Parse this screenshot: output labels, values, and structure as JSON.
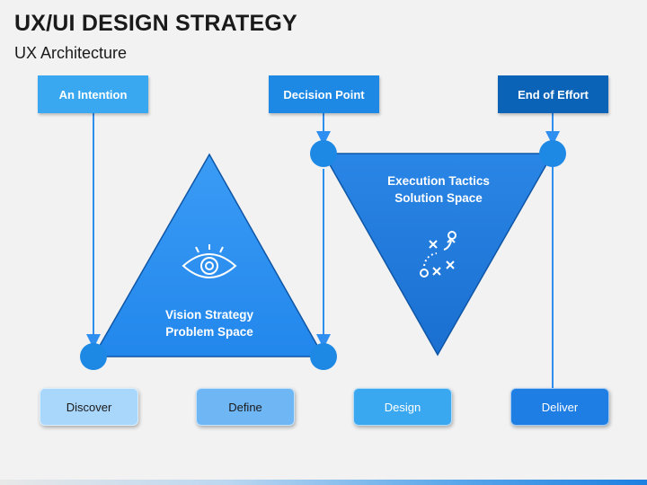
{
  "header": {
    "title": "UX/UI DESIGN STRATEGY",
    "subtitle": "UX Architecture"
  },
  "top_boxes": [
    {
      "label": "An Intention",
      "color": "#3aa8f0"
    },
    {
      "label": "Decision Point",
      "color": "#1e88e5"
    },
    {
      "label": "End of Effort",
      "color": "#0b63b8"
    }
  ],
  "triangles": {
    "vision": {
      "line1": "Vision Strategy",
      "line2": "Problem Space",
      "icon": "eye-icon",
      "color": "#2a8ff0"
    },
    "execution": {
      "line1": "Execution Tactics",
      "line2": "Solution Space",
      "icon": "strategy-play-icon",
      "color": "#1a78dc"
    }
  },
  "phases": [
    {
      "label": "Discover",
      "bg": "#a9d6fb",
      "fg": "#1a1a1a"
    },
    {
      "label": "Define",
      "bg": "#6fb6f5",
      "fg": "#1a1a1a"
    },
    {
      "label": "Design",
      "bg": "#3aa8f0",
      "fg": "#ffffff"
    },
    {
      "label": "Deliver",
      "bg": "#1e7ee3",
      "fg": "#ffffff"
    }
  ],
  "colors": {
    "connector": "#2e8ff0",
    "node": "#1e88e5"
  }
}
